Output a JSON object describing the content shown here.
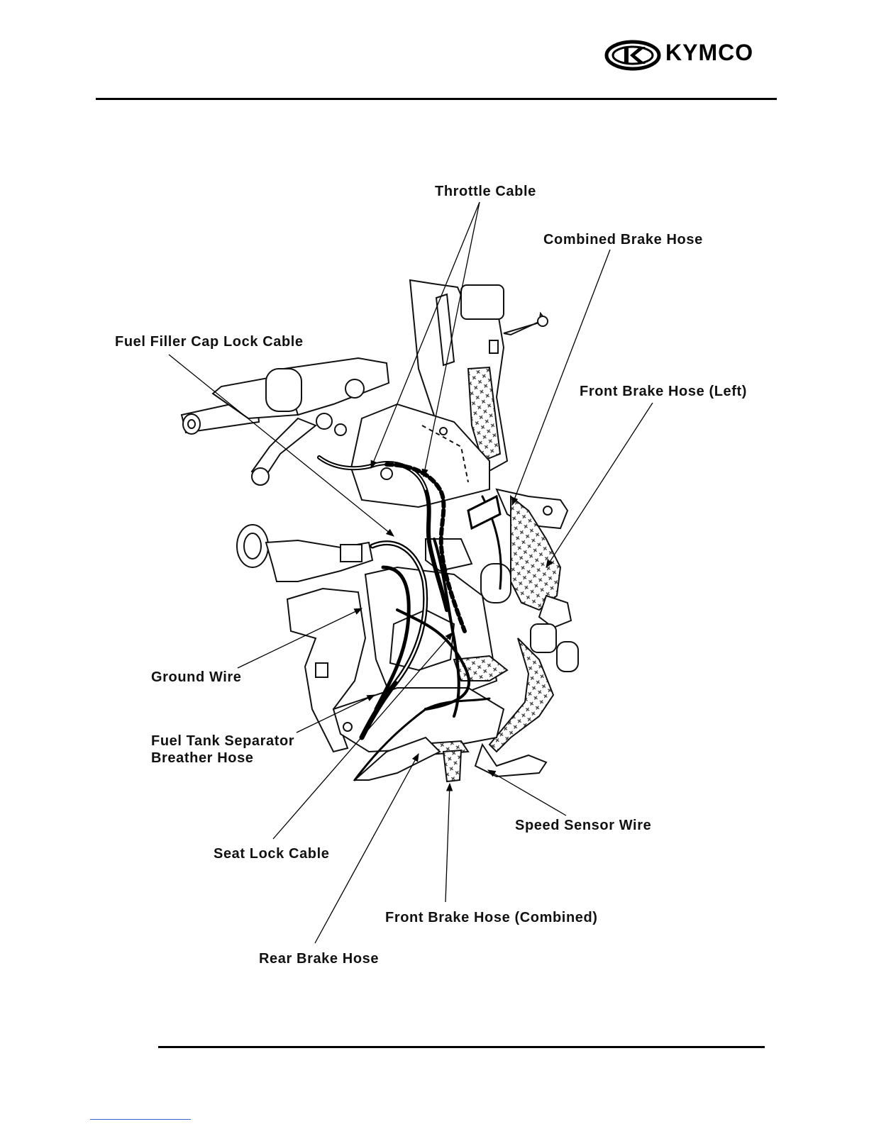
{
  "brand": {
    "name": "KYMCO"
  },
  "labels": {
    "throttle_cable": "Throttle Cable",
    "combined_brake_hose": "Combined Brake Hose",
    "fuel_filler_cap_lock_cable": "Fuel Filler Cap Lock Cable",
    "front_brake_hose_left": "Front Brake Hose (Left)",
    "ground_wire": "Ground Wire",
    "fuel_tank_separator_breather_hose": "Fuel Tank Separator\nBreather Hose",
    "speed_sensor_wire": "Speed Sensor Wire",
    "seat_lock_cable": "Seat Lock Cable",
    "front_brake_hose_combined": "Front Brake Hose (Combined)",
    "rear_brake_hose": "Rear Brake Hose"
  }
}
